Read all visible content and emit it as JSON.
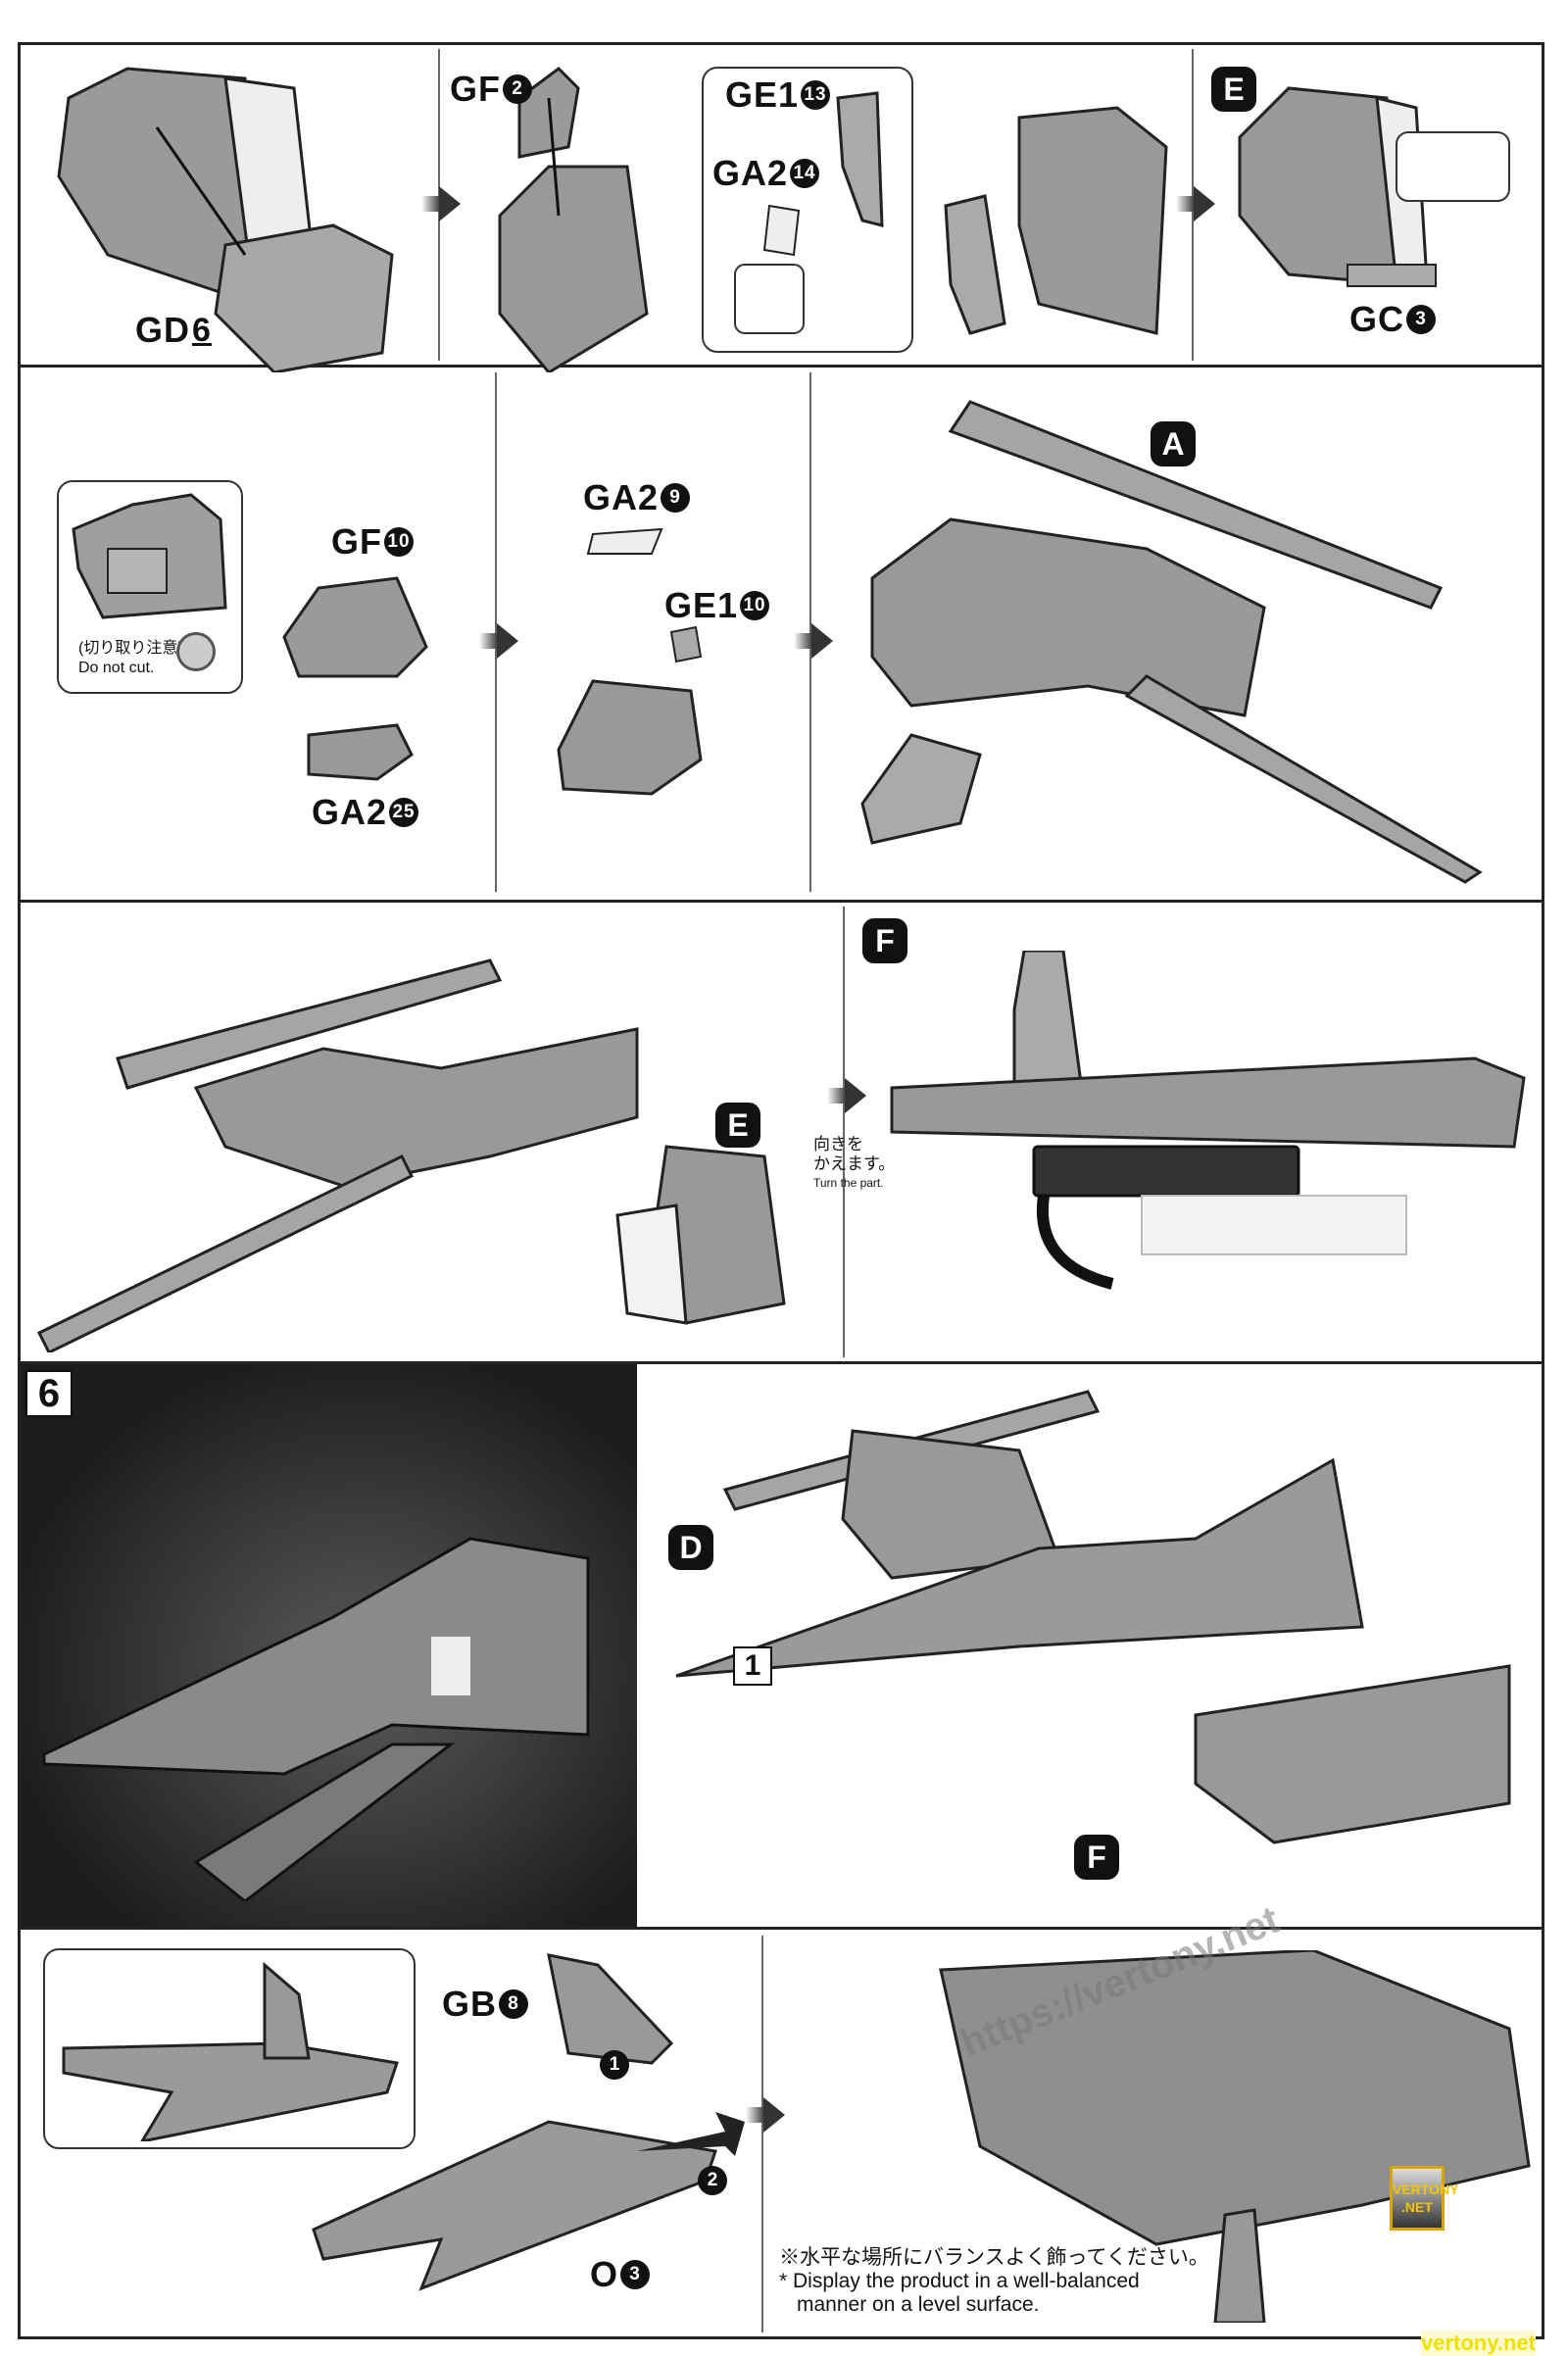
{
  "row1": {
    "gd": {
      "code": "GD",
      "num": "6"
    },
    "gf": {
      "code": "GF",
      "num": "2"
    },
    "ge1": {
      "code": "GE1",
      "num": "13"
    },
    "ga2": {
      "code": "GA2",
      "num": "14"
    },
    "badge_e": "E",
    "gc": {
      "code": "GC",
      "num": "3"
    }
  },
  "row2": {
    "caution_jp": "(切り取り注意)",
    "caution_en": "Do not cut.",
    "gf": {
      "code": "GF",
      "num": "10"
    },
    "ga2_a": {
      "code": "GA2",
      "num": "25"
    },
    "ga2_b": {
      "code": "GA2",
      "num": "9"
    },
    "ge1": {
      "code": "GE1",
      "num": "10"
    },
    "badge_a": "A"
  },
  "row3": {
    "badge_e": "E",
    "turn_jp_1": "向きを",
    "turn_jp_2": "かえます。",
    "turn_en": "Turn the part.",
    "badge_f": "F"
  },
  "row4": {
    "step": "6",
    "badge_d": "D",
    "box_1": "1",
    "badge_f": "F"
  },
  "row5": {
    "gb": {
      "code": "GB",
      "num": "8"
    },
    "o": {
      "code": "O",
      "num": "3"
    },
    "step1": "1",
    "step2": "2",
    "note_jp": "※水平な場所にバランスよく飾ってください。",
    "note_en_1": "* Display the product in a well-balanced",
    "note_en_2": "manner on a level surface."
  },
  "watermark": {
    "url": "https://vertony.net",
    "logo": "VERTONY .NET",
    "footer": "vertony.net"
  }
}
